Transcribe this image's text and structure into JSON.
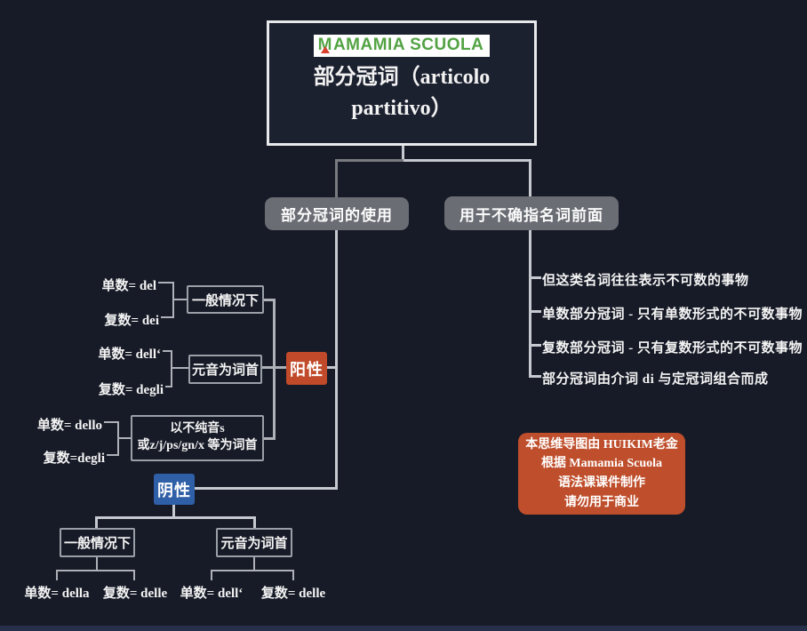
{
  "root": {
    "logo_letter": "M",
    "logo_text": "AMAMIA SCUOLA",
    "title": "部分冠词（articolo partitivo）"
  },
  "branches": {
    "usage": "部分冠词的使用",
    "indefinite": "用于不确指名词前面"
  },
  "masculine": {
    "label": "阳性",
    "groups": [
      {
        "condition": "一般情况下",
        "singular": "单数= del",
        "plural": "复数= dei"
      },
      {
        "condition": "元音为词首",
        "singular": "单数= dell‘",
        "plural": "复数= degli"
      },
      {
        "condition": "以不纯音s\n或z/j/ps/gn/x 等为词首",
        "singular": "单数= dello",
        "plural": "复数=degli"
      }
    ]
  },
  "feminine": {
    "label": "阴性",
    "groups": [
      {
        "condition": "一般情况下",
        "singular": "单数= della",
        "plural": "复数= delle"
      },
      {
        "condition": "元音为词首",
        "singular": "单数= dell‘",
        "plural": "复数= delle"
      }
    ]
  },
  "notes": [
    "但这类名词往往表示不可数的事物",
    "单数部分冠词 - 只有单数形式的不可数事物",
    "复数部分冠词 - 只有复数形式的不可数事物",
    "部分冠词由介词 di 与定冠词组合而成"
  ],
  "attribution": {
    "line1": "本思维导图由 HUIKIM老金",
    "line2": "根据 Mamamia Scuola",
    "line3": "语法课课件制作",
    "line4": "请勿用于商业"
  },
  "colors": {
    "masculine": "#c04a29",
    "feminine": "#2f5fa7",
    "attribution": "#bf4f2c",
    "logo_green": "#53a344",
    "logo_red": "#d8402f",
    "node_gray": "#6a6d74"
  }
}
